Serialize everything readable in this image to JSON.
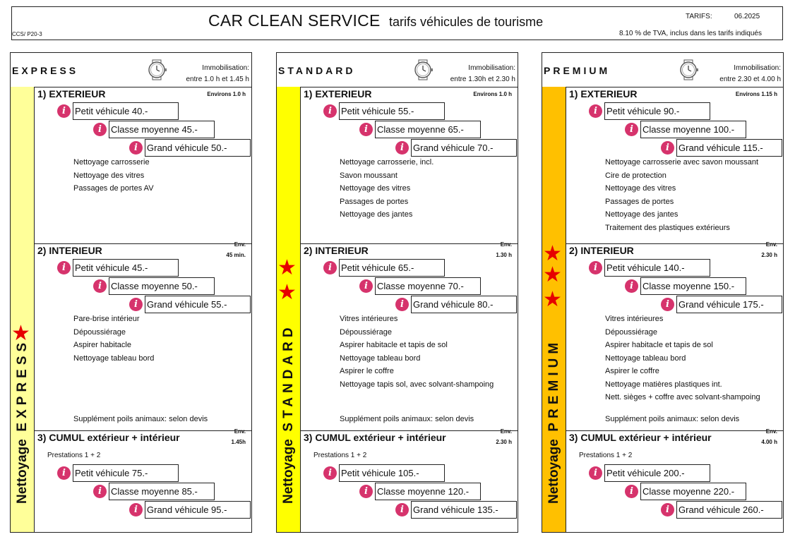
{
  "header": {
    "title": "CAR CLEAN SERVICE",
    "subtitle": "tarifs véhicules de tourisme",
    "tarifs_label": "TARIFS:",
    "tarifs_date": "06.2025",
    "doc_code": "CCS/ P20-3",
    "tva_note": "8.10 % de TVA, inclus dans les tarifs indiqués"
  },
  "colors": {
    "express": "#ffff99",
    "standard": "#ffff00",
    "premium": "#ffc000",
    "star": "#e60000",
    "info_icon": "#d6336c"
  },
  "cards": [
    {
      "name": "EXPRESS",
      "immo_label": "Immobilisation:",
      "immo_value": "entre 1.0 h et  1.45 h",
      "band_prefix": "Nettoyage",
      "band_word": "EXPRESS",
      "ext": {
        "title": "1)  EXTERIEUR",
        "env": "Environs  1.0 h",
        "env2": "",
        "prices": [
          "Petit véhicule  40.-",
          "Classe moyenne  45.-",
          "Grand véhicule  50.-"
        ],
        "features": [
          "Nettoyage carrosserie",
          "Nettoyage des vitres",
          "Passages de portes AV"
        ]
      },
      "int": {
        "title": "2)  INTERIEUR",
        "env": "Env.",
        "env2": "45 min.",
        "prices": [
          "Petit véhicule  45.-",
          "Classe moyenne  50.-",
          "Grand véhicule  55.-"
        ],
        "features": [
          "Pare-brise intérieur",
          "Dépoussiérage",
          "Aspirer habitacle",
          "Nettoyage tableau bord"
        ],
        "supplement": "Supplément poils animaux: selon devis"
      },
      "cum": {
        "title": "3)  CUMUL  extérieur + intérieur",
        "env": "Env.",
        "env2": "1.45h",
        "presta": "Prestations 1 + 2",
        "prices": [
          "Petit véhicule  75.-",
          "Classe moyenne  85.-",
          "Grand véhicule  95.-"
        ]
      }
    },
    {
      "name": "STANDARD",
      "immo_label": "Immobilisation:",
      "immo_value": "entre 1.30h et 2.30 h",
      "band_prefix": "Nettoyage",
      "band_word": "STANDARD",
      "ext": {
        "title": "1)  EXTERIEUR",
        "env": "Environs  1.0 h",
        "env2": "",
        "prices": [
          "Petit véhicule  55.-",
          "Classe moyenne  65.-",
          "Grand véhicule  70.-"
        ],
        "features": [
          "Nettoyage carrosserie, incl.",
          "Savon moussant",
          "Nettoyage des vitres",
          "Passages de portes",
          "Nettoyage des jantes"
        ]
      },
      "int": {
        "title": "2)  INTERIEUR",
        "env": "Env.",
        "env2": "1.30 h",
        "prices": [
          "Petit véhicule  65.-",
          "Classe moyenne  70.-",
          "Grand véhicule  80.-"
        ],
        "features": [
          "Vitres intérieures",
          "Dépoussiérage",
          "Aspirer habitacle et tapis de sol",
          "Nettoyage tableau bord",
          "Aspirer le coffre",
          "Nettoyage tapis sol, avec solvant-shampoing"
        ],
        "supplement": "Supplément poils animaux: selon devis"
      },
      "cum": {
        "title": "3)  CUMUL  extérieur + intérieur",
        "env": "Env.",
        "env2": "2.30 h",
        "presta": "Prestations 1 + 2",
        "prices": [
          "Petit véhicule  105.-",
          "Classe moyenne  120.-",
          "Grand véhicule  135.-"
        ]
      }
    },
    {
      "name": "PREMIUM",
      "immo_label": "Immobilisation:",
      "immo_value": "entre 2.30 et  4.00 h",
      "band_prefix": "Nettoyage",
      "band_word": "PREMIUM",
      "ext": {
        "title": "1)  EXTERIEUR",
        "env": "Environs  1.15 h",
        "env2": "",
        "prices": [
          "Petit véhicule  90.-",
          "Classe moyenne  100.-",
          "Grand véhicule  115.-"
        ],
        "features": [
          "Nettoyage carrosserie avec savon moussant",
          "Cire de protection",
          "Nettoyage des vitres",
          "Passages de portes",
          "Nettoyage des jantes",
          "Traitement des plastiques extérieurs"
        ]
      },
      "int": {
        "title": "2)  INTERIEUR",
        "env": "Env.",
        "env2": "2.30 h",
        "prices": [
          "Petit véhicule  140.-",
          "Classe moyenne  150.-",
          "Grand véhicule  175.-"
        ],
        "features": [
          "Vitres intérieures",
          "Dépoussiérage",
          "Aspirer habitacle et tapis de sol",
          "Nettoyage tableau bord",
          "Aspirer le coffre",
          "Nettoyage matières plastiques int.",
          "Nett. sièges + coffre avec solvant-shampoing"
        ],
        "supplement": "Supplément poils animaux: selon devis"
      },
      "cum": {
        "title": "3)  CUMUL  extérieur + intérieur",
        "env": "Env.",
        "env2": "4.00 h",
        "presta": "Prestations 1 + 2",
        "prices": [
          "Petit véhicule  200.-",
          "Classe moyenne  220.-",
          "Grand véhicule  260.-"
        ]
      }
    }
  ],
  "icons": {
    "info": "info-icon",
    "watch": "watch-icon",
    "star": "star-icon"
  },
  "star_counts": [
    1,
    2,
    3
  ]
}
